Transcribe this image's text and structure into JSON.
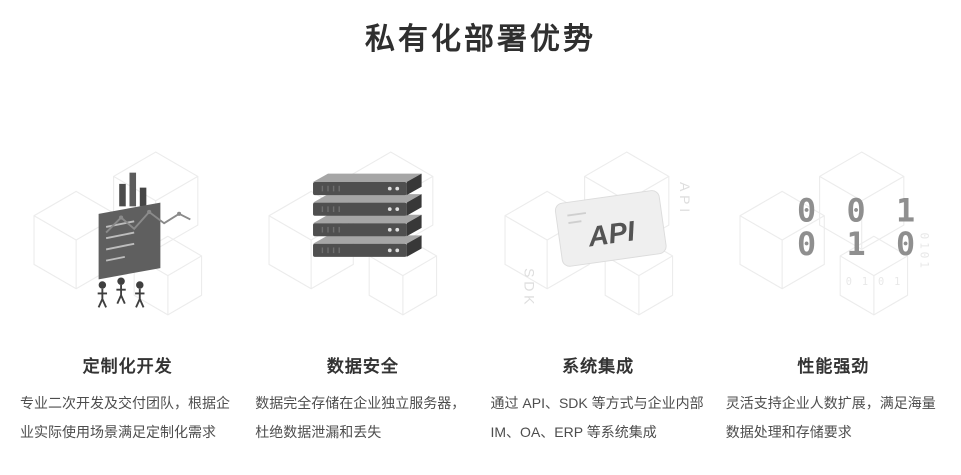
{
  "header": {
    "title": "私有化部署优势"
  },
  "features": [
    {
      "id": "custom-dev",
      "title": "定制化开发",
      "description": "专业二次开发及交付团队，根据企业实际使用场景满足定制化需求"
    },
    {
      "id": "data-security",
      "title": "数据安全",
      "description": "数据完全存储在企业独立服务器，杜绝数据泄漏和丢失"
    },
    {
      "id": "system-integration",
      "title": "系统集成",
      "description": "通过 API、SDK 等方式与企业内部 IM、OA、ERP 等系统集成"
    },
    {
      "id": "performance",
      "title": "性能强劲",
      "description": "灵活支持企业人数扩展，满足海量数据处理和存储要求"
    }
  ],
  "illustrations": {
    "custom_dev_icon": "isometric-dashboard-with-people",
    "data_security_icon": "server-stack",
    "system_integration_icon": "api-card",
    "performance_icon": "binary-digits",
    "api_card_label": "API",
    "api_side_label": "API",
    "sdk_side_label": "SDK",
    "binary": {
      "line1": "0 0 1",
      "line2": "0 1 0",
      "faint1": "0101",
      "faint2": "0 1 0 1"
    }
  },
  "colors": {
    "title": "#2f2f2f",
    "heading": "#333333",
    "body_text": "#4d4d4d",
    "wireframe": "#ececec",
    "dark_graphic": "#4f4f4f",
    "light_graphic": "#ededed"
  }
}
